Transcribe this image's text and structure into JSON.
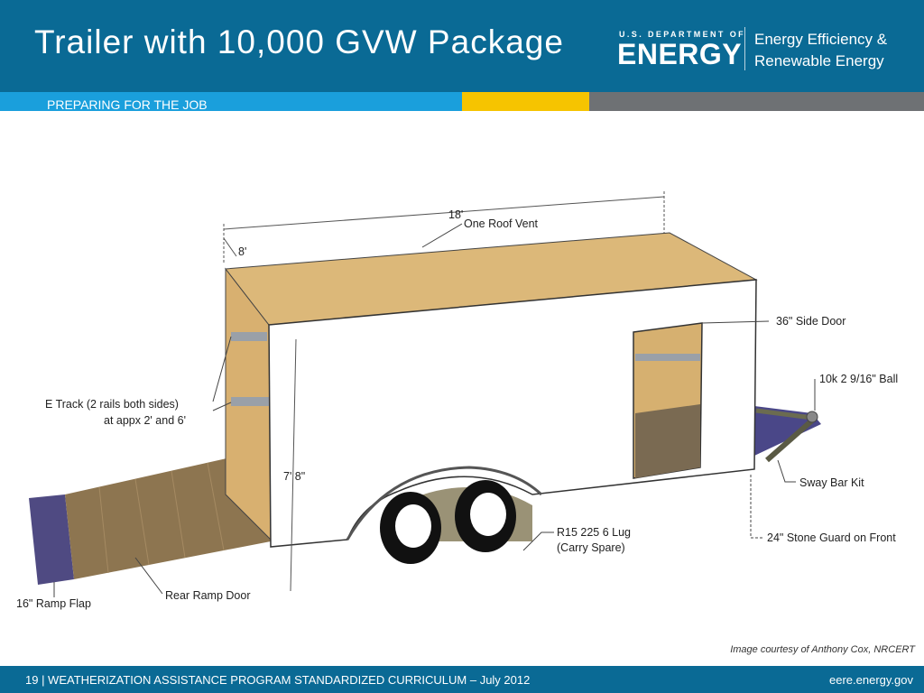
{
  "header": {
    "title": "Trailer with 10,000 GVW Package",
    "logo": {
      "dept_line": "U.S. DEPARTMENT OF",
      "agency": "ENERGY",
      "office_line1": "Energy Efficiency &",
      "office_line2": "Renewable Energy"
    },
    "section": "PREPARING FOR THE JOB"
  },
  "colors": {
    "header_blue": "#0a6a95",
    "stripe_blue": "#1a9fdc",
    "stripe_yellow": "#f6c400",
    "stripe_gray": "#6e7174",
    "plywood": "#d8b070",
    "ramp_flap": "#4f4a82",
    "trailer_body": "#ffffff"
  },
  "diagram": {
    "labels": {
      "length": "18'",
      "width": "8'",
      "height": "7' 8\"",
      "roof_vent": "One Roof Vent",
      "side_door": "36\" Side Door",
      "ball": "10k 2 9/16\" Ball",
      "etrack_line1": "E Track (2 rails both sides)",
      "etrack_line2": "at appx 2' and 6'",
      "sway_bar": "Sway Bar Kit",
      "tires_line1": "R15 225   6 Lug",
      "tires_line2": "(Carry Spare)",
      "stone_guard": "24\" Stone Guard on Front",
      "rear_ramp": "Rear Ramp Door",
      "ramp_flap": "16\" Ramp Flap"
    }
  },
  "credit": "Image courtesy of Anthony Cox, NRCERT",
  "footer": {
    "left": "19 | WEATHERIZATION ASSISTANCE PROGRAM STANDARDIZED CURRICULUM – July 2012",
    "right": "eere.energy.gov"
  }
}
